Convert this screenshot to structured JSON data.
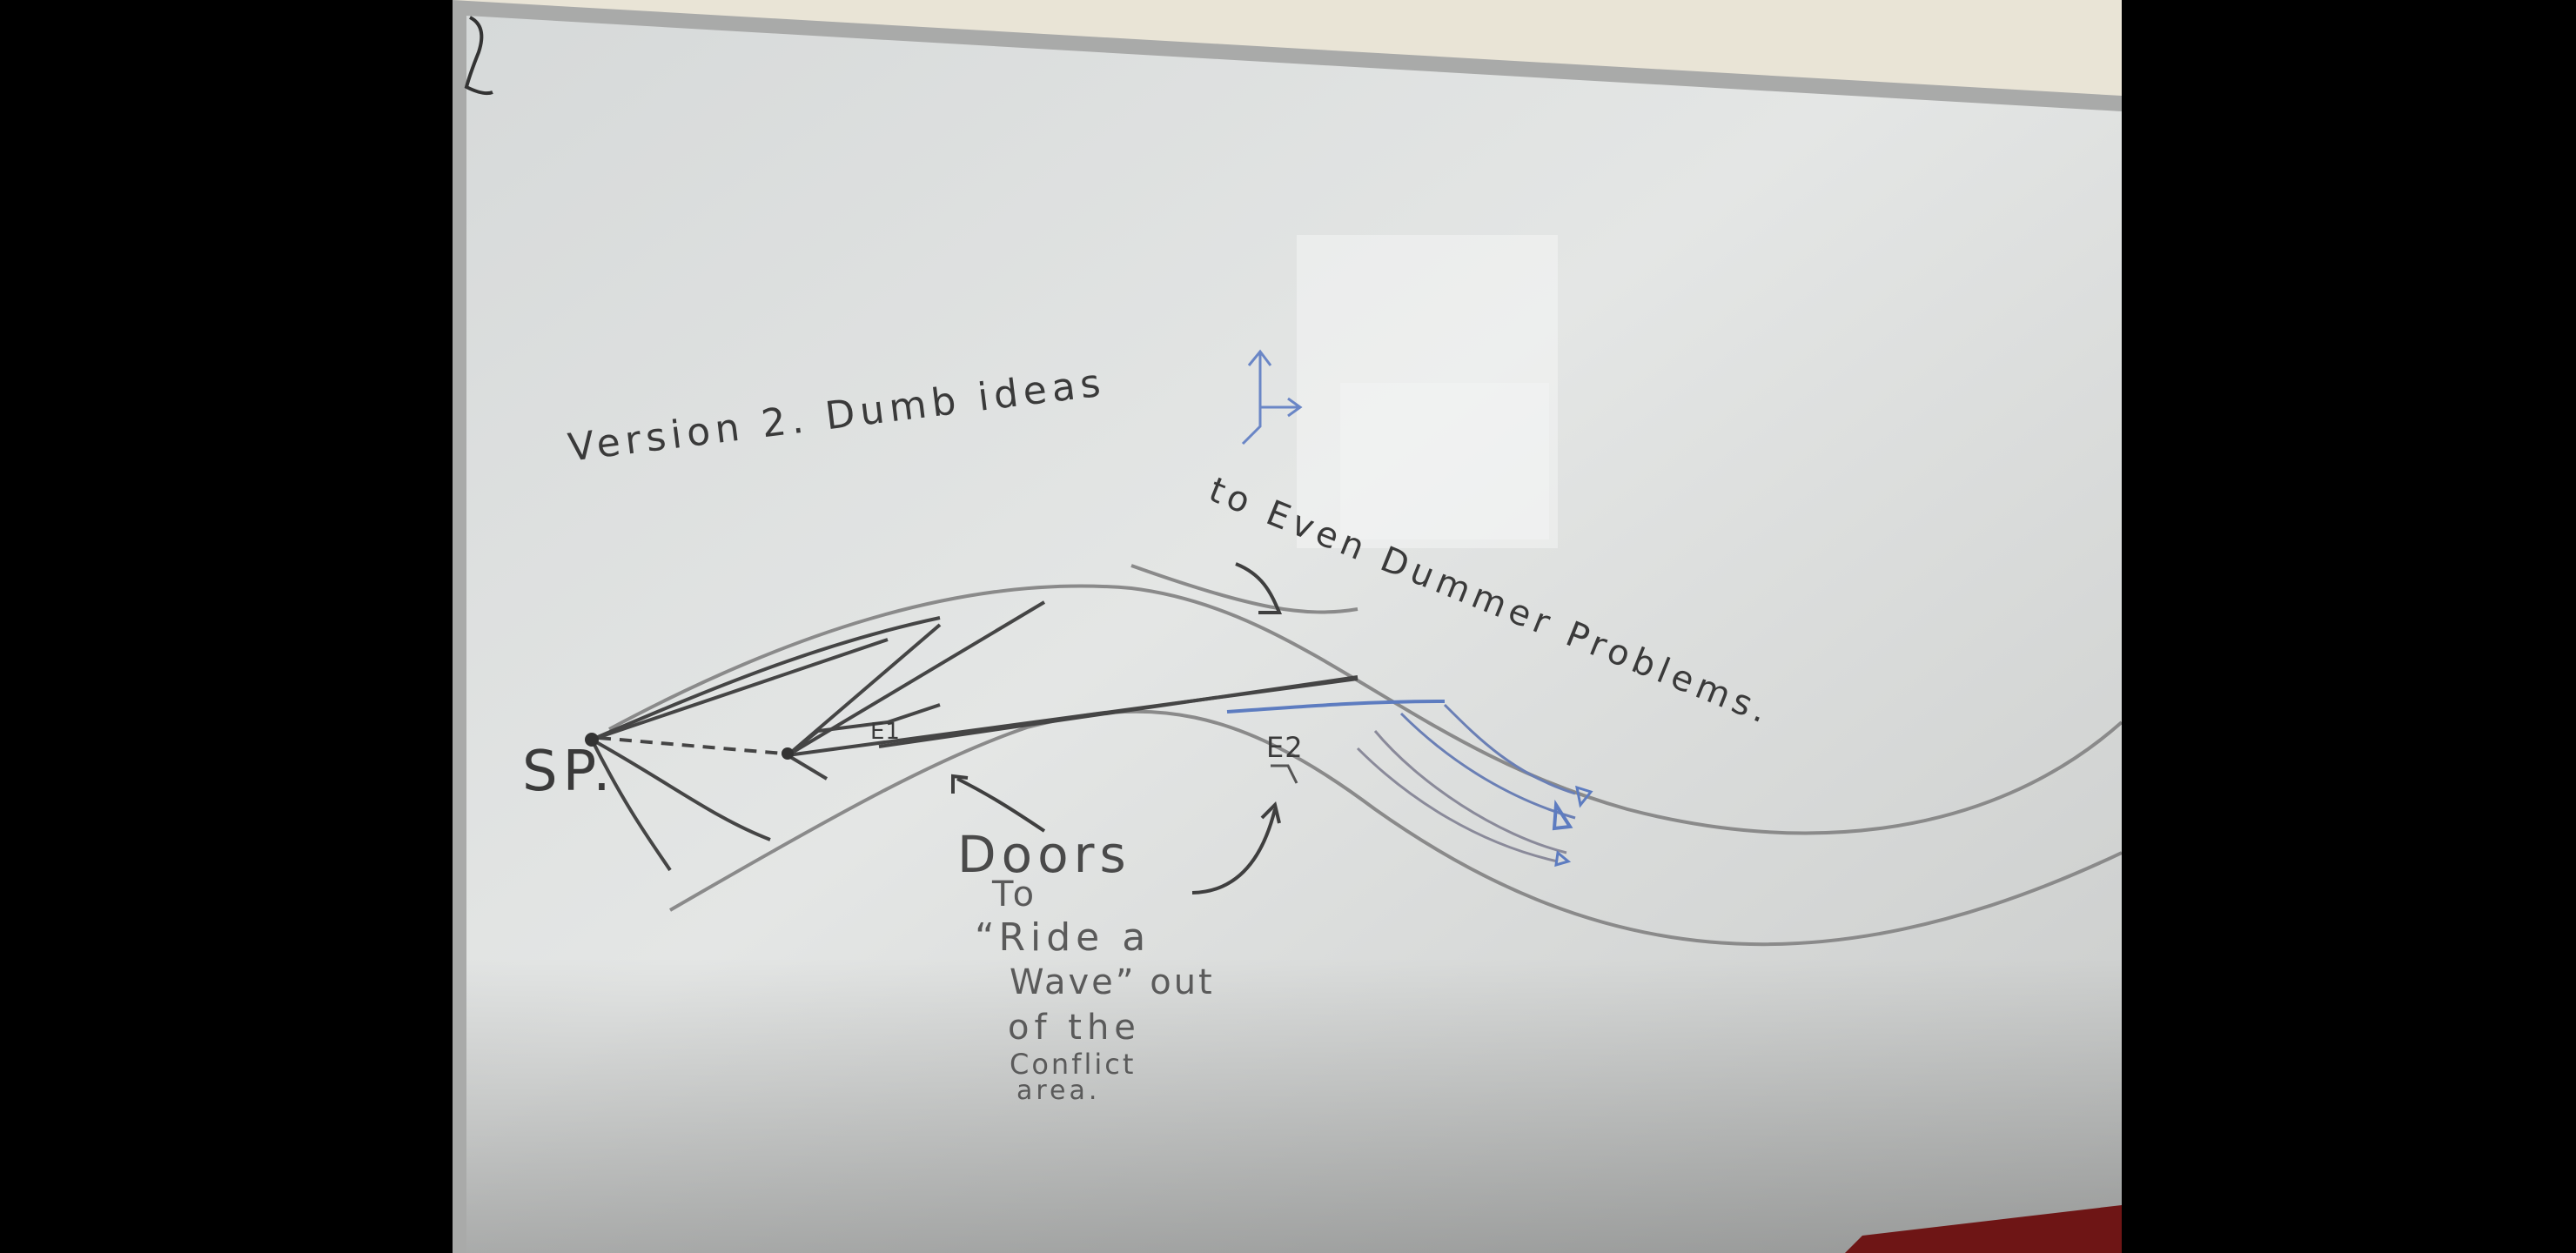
{
  "whiteboard": {
    "title_line1": "Version 2. Dumb ideas",
    "title_line2": "to Even Dummer Problems.",
    "sp_label": "SP.",
    "e1_label": "E1",
    "e2_label": "E2",
    "doors_label": "Doors",
    "to_label": "To",
    "ride_label": "“Ride a",
    "wave_label": "Wave” out",
    "ofthe_label": "of the",
    "conflict_label": "Conflict",
    "area_label": "area."
  },
  "colors": {
    "ink_black": "#3a3a3a",
    "ink_gray": "#7a7a7a",
    "ink_blue": "#5577bb",
    "wall": "#e8e4d8",
    "board": "#dcdedd"
  }
}
